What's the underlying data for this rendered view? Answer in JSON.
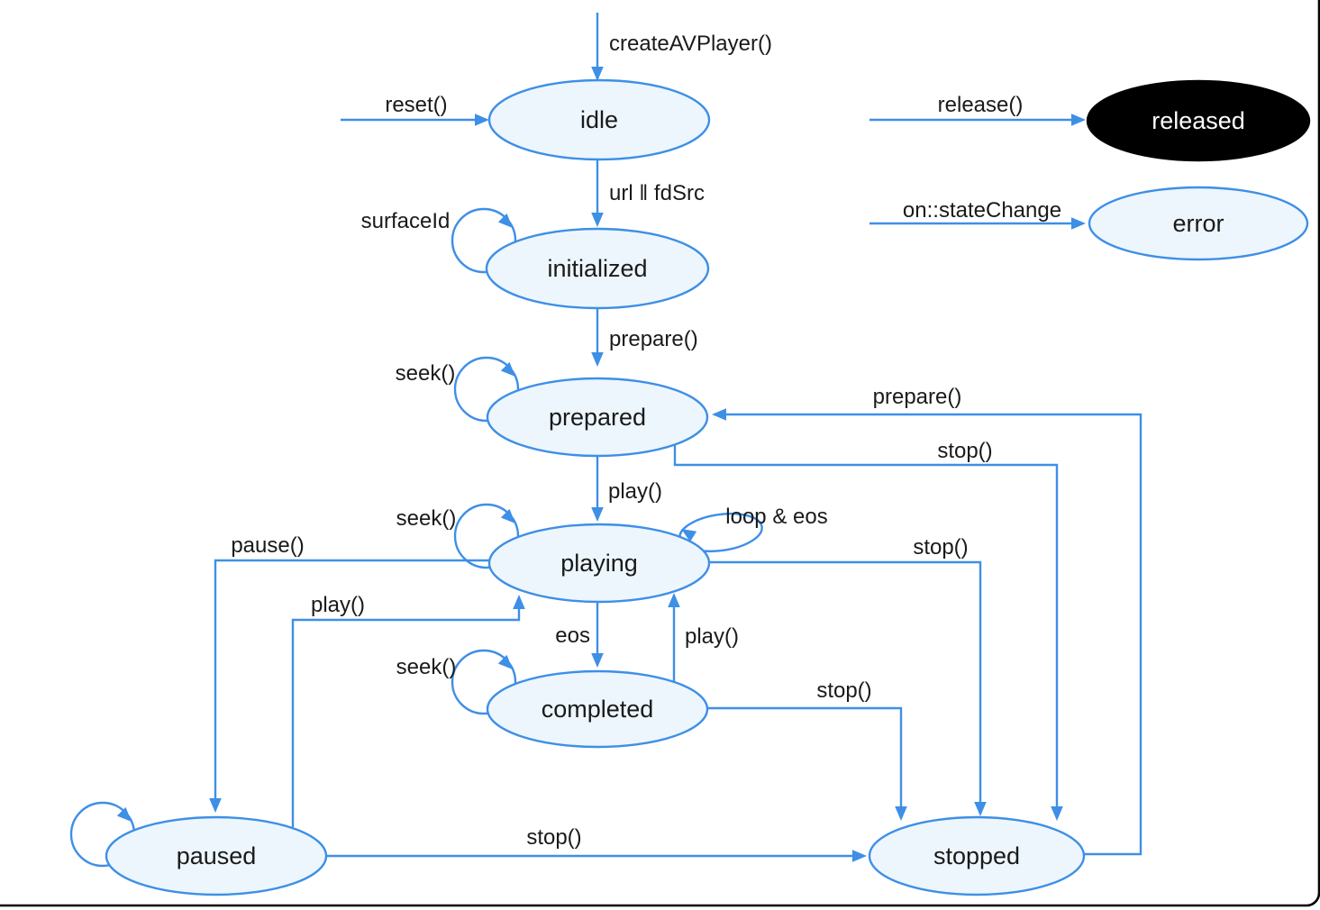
{
  "colors": {
    "line_blue": "#3E8FE6",
    "state_fill": "#EDF6FD",
    "released_fill": "#000000",
    "released_text": "#FFFFFF",
    "label_text": "#1A1A1A",
    "frame_border": "#000000"
  },
  "states": {
    "idle": "idle",
    "initialized": "initialized",
    "prepared": "prepared",
    "playing": "playing",
    "completed": "completed",
    "paused": "paused",
    "stopped": "stopped",
    "released": "released",
    "error": "error"
  },
  "transitions": {
    "create": "createAVPlayer()",
    "reset": "reset()",
    "url_fdsrc": "url ‖ fdSrc",
    "surfaceid": "surfaceId",
    "prepare_down": "prepare()",
    "seek_prepared": "seek()",
    "play_down": "play()",
    "seek_playing": "seek()",
    "loop_eos": "loop & eos",
    "pause": "pause()",
    "play_from_paused": "play()",
    "eos": "eos",
    "play_from_completed": "play()",
    "seek_completed": "seek()",
    "stop_from_paused": "stop()",
    "stop_from_playing": "stop()",
    "stop_from_completed": "stop()",
    "stop_from_prepared": "stop()",
    "prepare_back": "prepare()",
    "release": "release()",
    "on_statechange": "on::stateChange"
  }
}
